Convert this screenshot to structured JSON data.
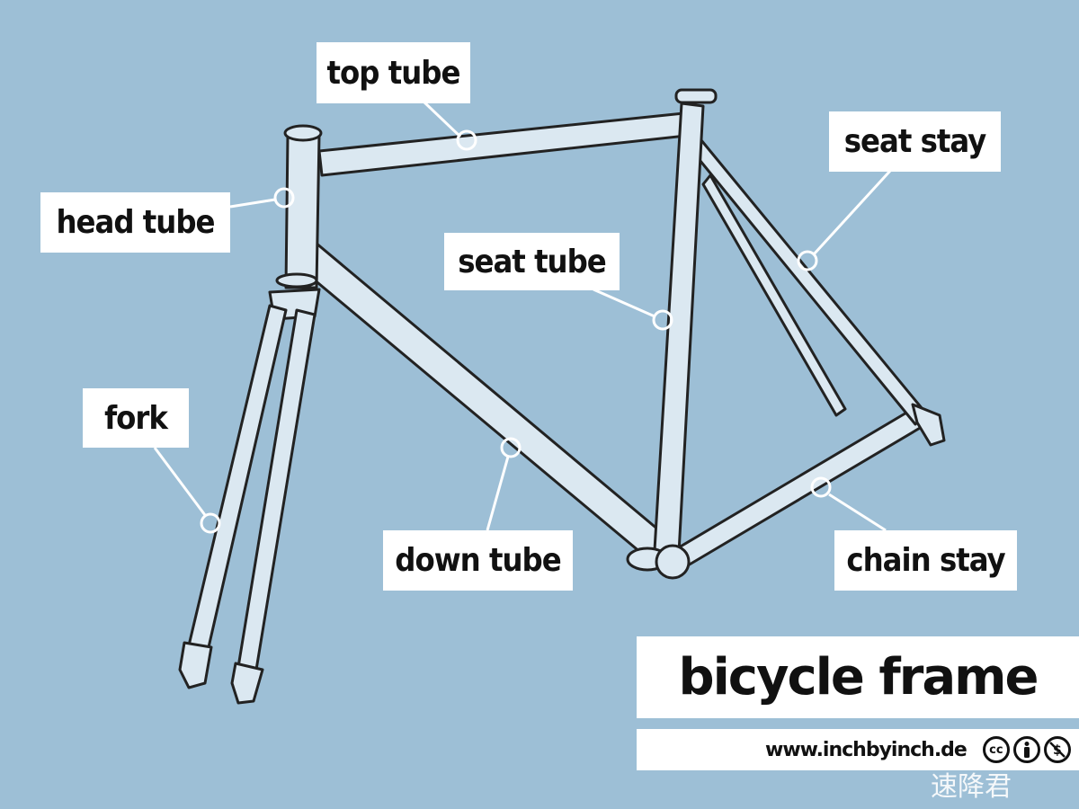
{
  "diagram": {
    "title": "bicycle frame",
    "credit": "www.inchbyinch.de",
    "license_icons": [
      "cc-icon",
      "attribution-icon",
      "noncommercial-icon"
    ],
    "watermark": "速降君",
    "labels": {
      "top_tube": "top tube",
      "head_tube": "head tube",
      "seat_stay": "seat stay",
      "seat_tube": "seat tube",
      "fork": "fork",
      "down_tube": "down tube",
      "chain_stay": "chain stay"
    }
  },
  "colors": {
    "background": "#9dbfd6",
    "frame_fill": "#dbe8f1",
    "frame_stroke": "#222222",
    "label_bg": "#ffffff"
  }
}
